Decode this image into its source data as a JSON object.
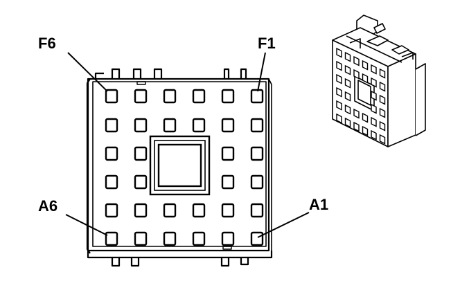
{
  "labels": {
    "top_left": "F6",
    "top_right": "F1",
    "bottom_left": "A6",
    "bottom_right": "A1"
  },
  "connector": {
    "rows": 6,
    "cols": 6,
    "center_cavity_rows": [
      2,
      3
    ],
    "center_cavity_cols": [
      2,
      3
    ]
  },
  "colors": {
    "line": "#000000",
    "background": "#ffffff"
  },
  "icons": {
    "iso_view": "connector-isometric-icon"
  }
}
